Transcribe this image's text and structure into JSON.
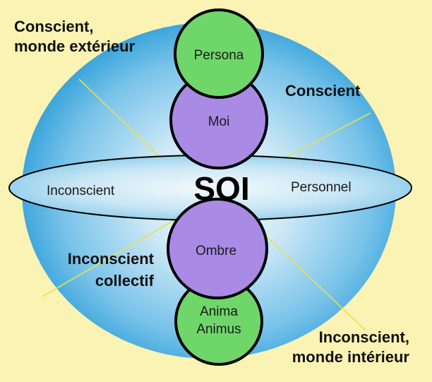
{
  "center_label": "SOI",
  "corner_labels": {
    "top_left": [
      "Conscient,",
      "monde extérieur"
    ],
    "top_right": [
      "Conscient"
    ],
    "bottom_left": [
      "Inconscient",
      "collectif"
    ],
    "bottom_right": [
      "Inconscient,",
      "monde intérieur"
    ]
  },
  "ring_labels": {
    "left": "Inconscient",
    "right": "Personnel"
  },
  "circles": {
    "persona": [
      "Persona"
    ],
    "moi": [
      "Moi"
    ],
    "ombre": [
      "Ombre"
    ],
    "anima": [
      "Anima",
      "Animus"
    ]
  },
  "colors": {
    "background": "#FBF3B4",
    "sphere_center": "#F4F9FC",
    "sphere_edge": "#2F9FD8",
    "ring_fill": "#B3DDF1",
    "green_circle": "#6FD66A",
    "purple_circle": "#A98BE6",
    "axis_line": "#E8E24A",
    "outline": "#000000"
  }
}
